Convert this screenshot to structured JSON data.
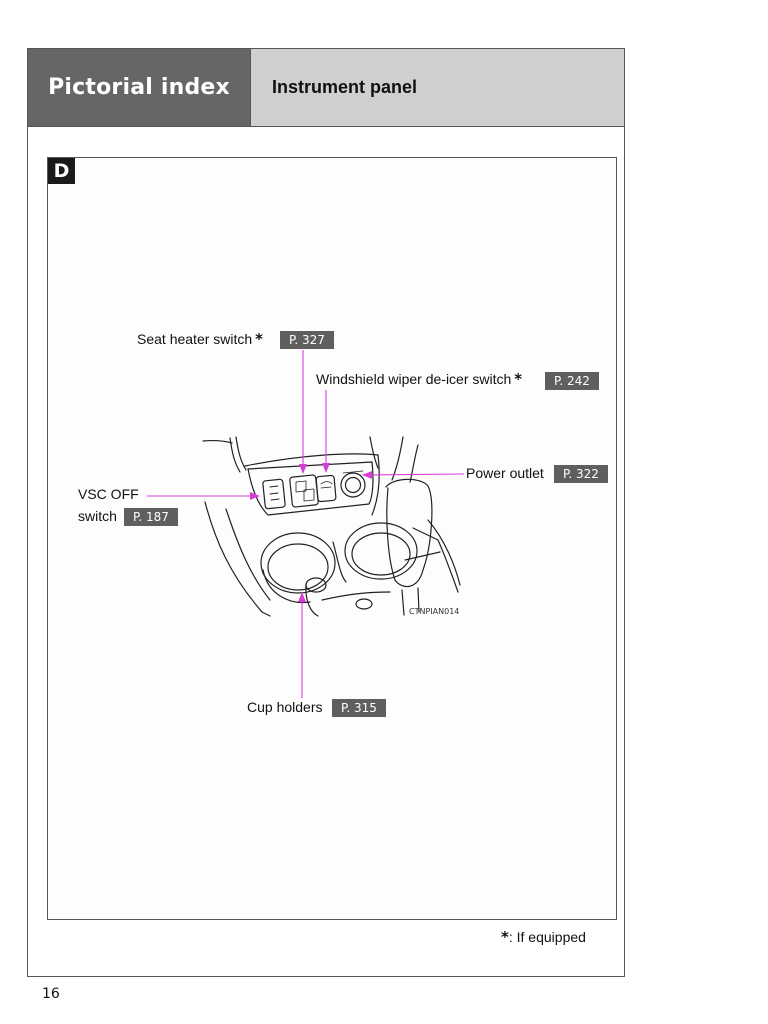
{
  "header": {
    "section_title": "Pictorial index",
    "topic_title": "Instrument panel"
  },
  "panel": {
    "letter": "D",
    "figure_code": "CTNPIAN014"
  },
  "callouts": {
    "seat_heater": {
      "label": "Seat heater switch",
      "asterisk": "*",
      "page_ref": "P. 327"
    },
    "wiper_deicer": {
      "label": "Windshield wiper de-icer switch",
      "asterisk": "*",
      "page_ref": "P. 242"
    },
    "power_outlet": {
      "label": "Power outlet",
      "page_ref": "P. 322"
    },
    "vsc_off": {
      "label_line1": "VSC OFF",
      "label_line2": "switch",
      "page_ref": "P. 187"
    },
    "cup_holders": {
      "label": "Cup holders",
      "page_ref": "P. 315"
    }
  },
  "footnote": {
    "mark": "*",
    "text": ": If equipped"
  },
  "page_number": "16",
  "colors": {
    "leader_line": "#d63fd6",
    "section_header_bg": "#666666",
    "topic_header_bg": "#cfcfcf",
    "page_ref_bg": "#5f5f5f"
  }
}
